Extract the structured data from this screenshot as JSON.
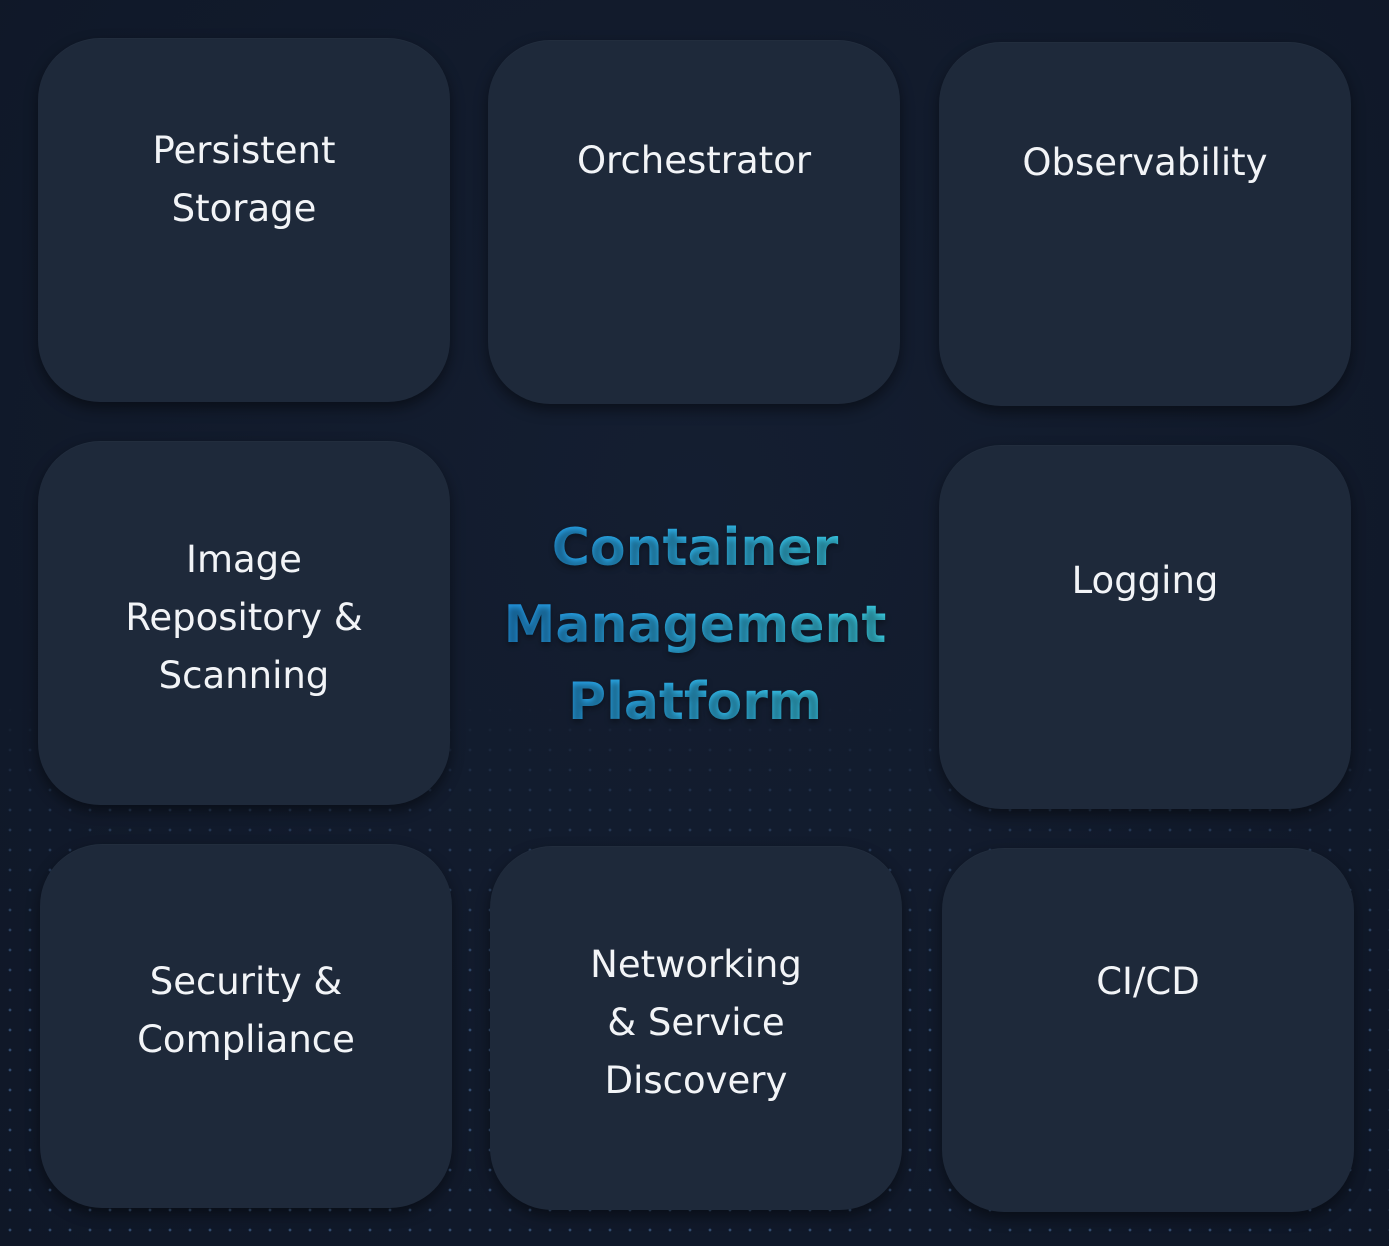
{
  "center": {
    "title": "Container\nManagement\nPlatform",
    "gradient_start": "#1f8fe0",
    "gradient_end": "#3dd0e0"
  },
  "tiles": {
    "persistent_storage": "Persistent\nStorage",
    "orchestrator": "Orchestrator",
    "observability": "Observability",
    "image_repository": "Image\nRepository &\nScanning",
    "logging": "Logging",
    "security": "Security &\nCompliance",
    "networking": "Networking\n& Service\nDiscovery",
    "cicd": "CI/CD"
  },
  "colors": {
    "background": "#111a2b",
    "tile": "#1e293a",
    "tile_text": "#f2f4f7"
  }
}
